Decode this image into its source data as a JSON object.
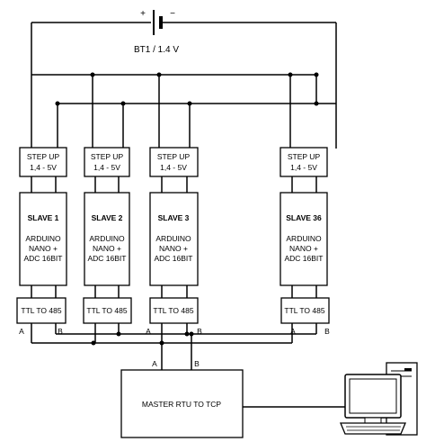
{
  "battery": {
    "label": "BT1 / 1.4 V",
    "plus": "+",
    "minus": "−"
  },
  "step_up_label_line1": "STEP UP",
  "step_up_label_line2": "1,4 - 5V",
  "slaves": [
    {
      "title": "SLAVE 1"
    },
    {
      "title": "SLAVE 2"
    },
    {
      "title": "SLAVE 3"
    },
    {
      "title": "SLAVE 36"
    }
  ],
  "slave_desc": [
    "ARDUINO",
    "NANO +",
    "ADC 16BIT"
  ],
  "converter_label": "TTL TO 485",
  "pin_a": "A",
  "pin_b": "B",
  "master": {
    "label": "MASTER RTU TO TCP",
    "pin_a": "A",
    "pin_b": "B"
  },
  "computer": {
    "icon": "desktop-computer-icon"
  }
}
